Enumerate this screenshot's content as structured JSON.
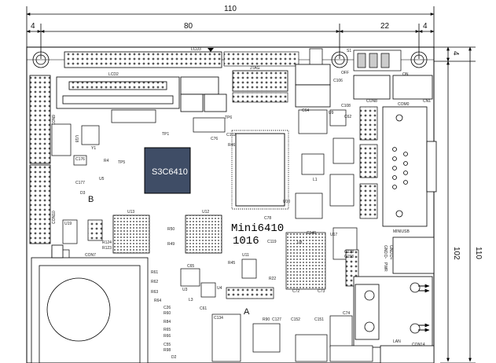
{
  "dimensions": {
    "total_width": "110",
    "inner_width": "80",
    "right_width": "22",
    "left_margin": "4",
    "right_margin": "4",
    "top_offset": "4",
    "height_inner": "102",
    "height_total": "110"
  },
  "board": {
    "soc_label": "S3C6410",
    "model_line1": "Mini6410",
    "model_line2": "1016",
    "area_a": "A",
    "area_b": "B"
  },
  "silkscreen": {
    "lcd3": "LCD3",
    "lcd2": "LCD2",
    "jtag": "JTAG",
    "s1": "S1",
    "off": "OFF",
    "on": "ON",
    "con8": "CON8",
    "com0": "COM0",
    "cn1": "CN1",
    "mini_usb": "MINIUSB",
    "lan": "LAN",
    "con9": "CON9",
    "con10": "CON10",
    "con7": "CON7",
    "u13": "U13",
    "u12": "U12",
    "u10": "U10",
    "u18": "U18",
    "u19": "U19",
    "u3": "U3",
    "u4": "U4",
    "u5": "U5",
    "u8": "U8",
    "u9": "U9",
    "u11": "U11",
    "u17": "U17",
    "tp1": "TP1",
    "tp5": "TP5",
    "tp6": "TP6",
    "l1": "L1",
    "l3": "L3",
    "d3": "D3",
    "d2": "D2",
    "y1": "Y1",
    "y4": "Y4",
    "r4": "R4",
    "r50": "R50",
    "r49": "R49",
    "r124": "R124",
    "r123": "R123",
    "r61": "R61",
    "r62": "R62",
    "r63": "R63",
    "r60": "R60",
    "r64": "R64",
    "r65": "R65",
    "r66": "R66",
    "r84": "R84",
    "r98": "R98",
    "r90": "R90",
    "r22": "R22",
    "r45": "R45",
    "c176": "C176",
    "c177": "C177",
    "c64": "C64",
    "c65": "C65",
    "c76": "C76",
    "c78": "C78",
    "c119": "C119",
    "c134": "C134",
    "c152": "C152",
    "c151": "C151",
    "c127": "C127",
    "c61": "C61",
    "c55": "C55",
    "c26": "C26",
    "c102": "C102",
    "c106": "C106",
    "c108": "C108",
    "c62": "C62",
    "c72": "C72",
    "c73": "C73",
    "c74": "C74",
    "c140": "C140",
    "c138": "C138",
    "c158": "C158",
    "r46": "R46",
    "gnd1": "GND",
    "gnd2": "GND",
    "d_minus": "D-",
    "d_plus": "D+",
    "pwr": "PWR",
    "con14": "CON14"
  }
}
